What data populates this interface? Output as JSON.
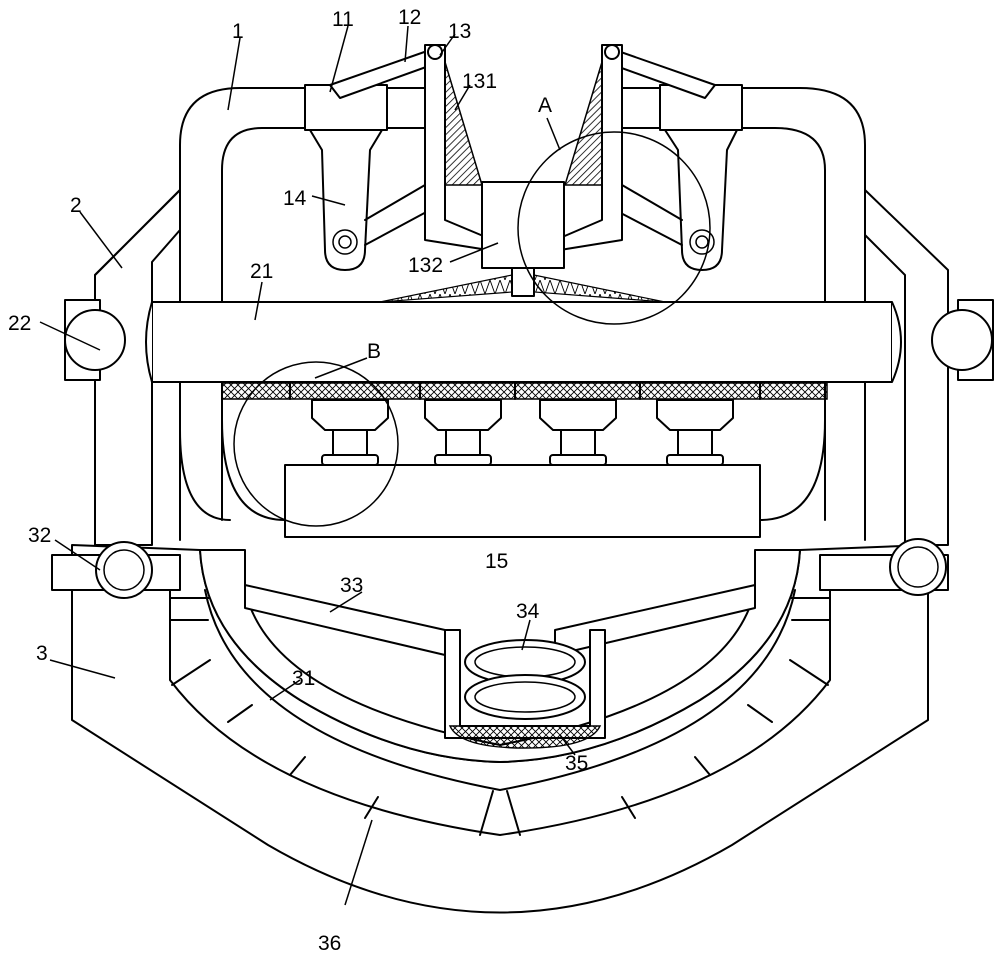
{
  "labels": {
    "l1": "1",
    "l2": "2",
    "l3": "3",
    "l11": "11",
    "l12": "12",
    "l13": "13",
    "l131": "131",
    "l132": "132",
    "l14": "14",
    "l15": "15",
    "l21": "21",
    "l22": "22",
    "l31": "31",
    "l32": "32",
    "l33": "33",
    "l34": "34",
    "l35": "35",
    "l36": "36",
    "lA": "A",
    "lB": "B"
  },
  "colors": {
    "line": "#000000",
    "background": "#ffffff"
  }
}
